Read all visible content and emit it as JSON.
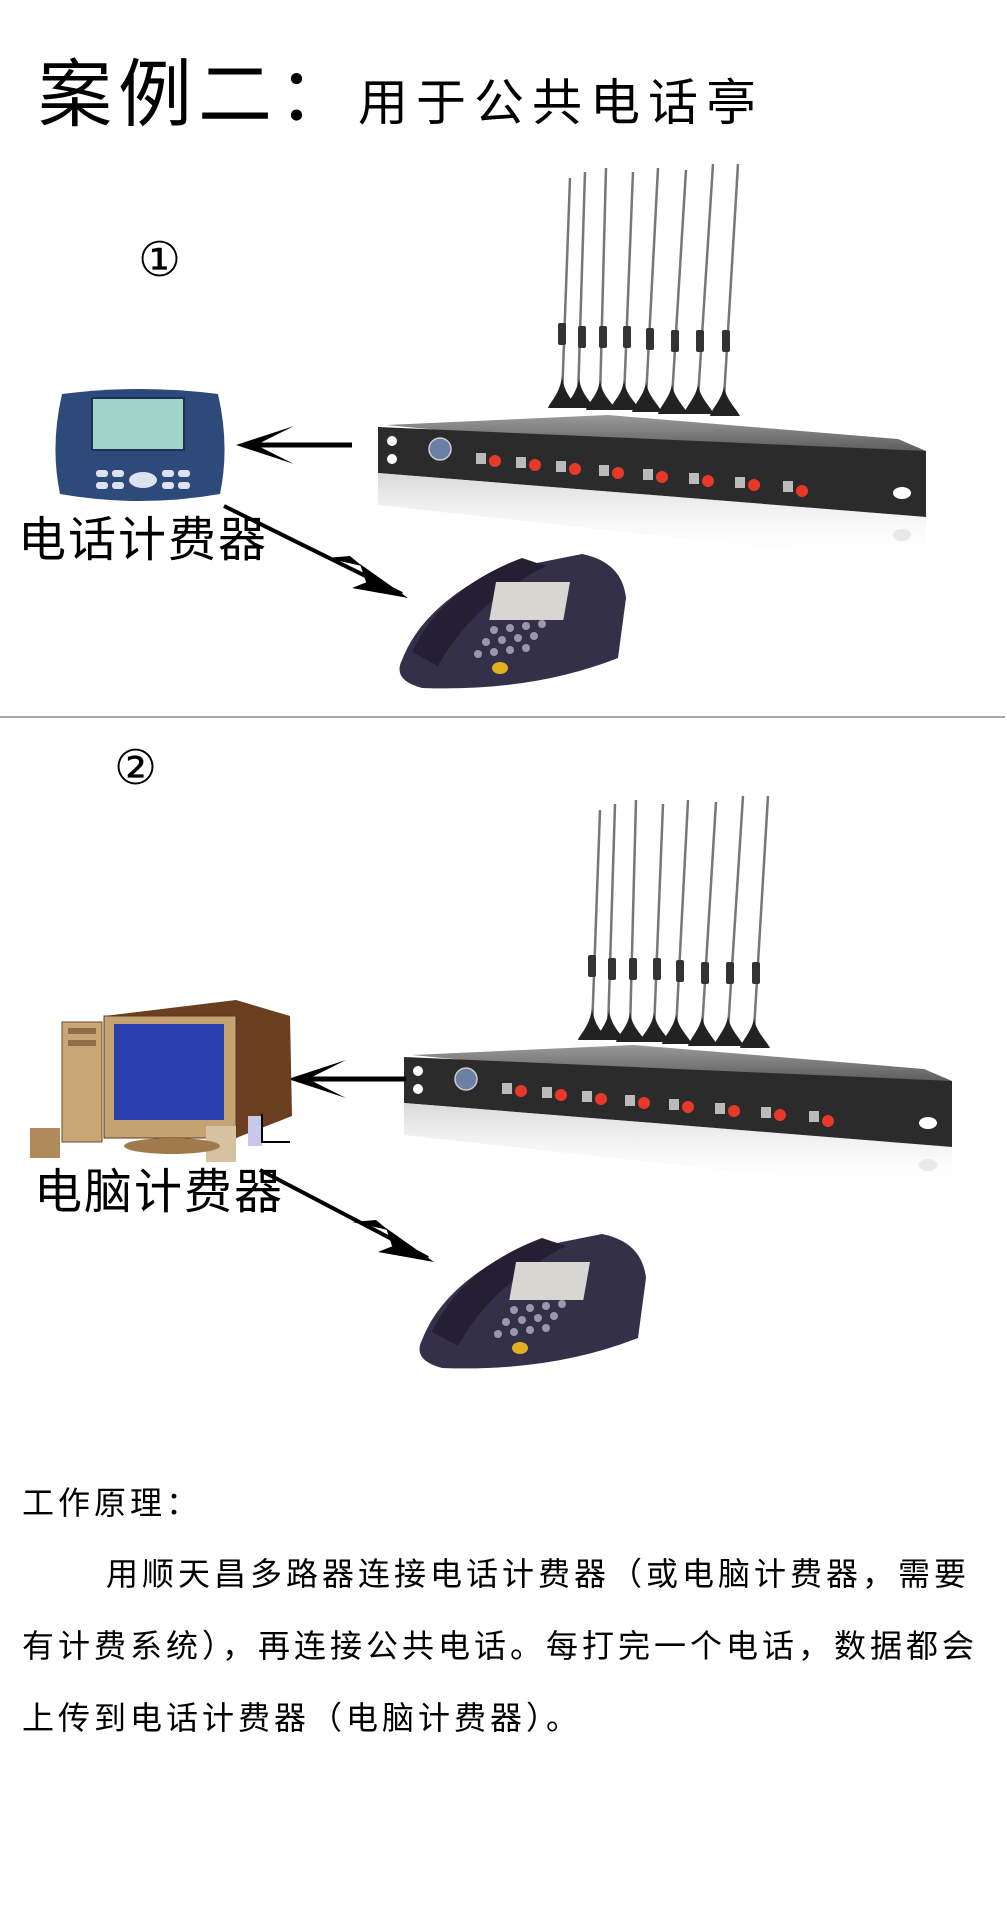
{
  "title": {
    "prefix": "案例二：",
    "main": "用于公共电话亭"
  },
  "case1": {
    "number": "①",
    "device_label": "电话计费器",
    "devices": [
      "phone-billing-meter",
      "gsm-multiplexer-8-port",
      "desk-telephone"
    ]
  },
  "case2": {
    "number": "②",
    "device_label": "电脑计费器",
    "devices": [
      "desktop-computer",
      "gsm-multiplexer-8-port",
      "desk-telephone"
    ]
  },
  "principle": {
    "title": "工作原理：",
    "text": "用顺天昌多路器连接电话计费器（或电脑计费器，需要有计费系统），再连接公共电话。每打完一个电话，数据都会上传到电话计费器（电脑计费器）。"
  },
  "colors": {
    "divider": "#a8a8a8",
    "meter_body": "#2e4a7a",
    "meter_screen": "#9fd3c8",
    "multiplexer": "#2b2b2b",
    "port_button": "#e8382a",
    "phone_body": "#35304a",
    "monitor_screen": "#2a3fae",
    "computer_beige": "#b8956a"
  }
}
